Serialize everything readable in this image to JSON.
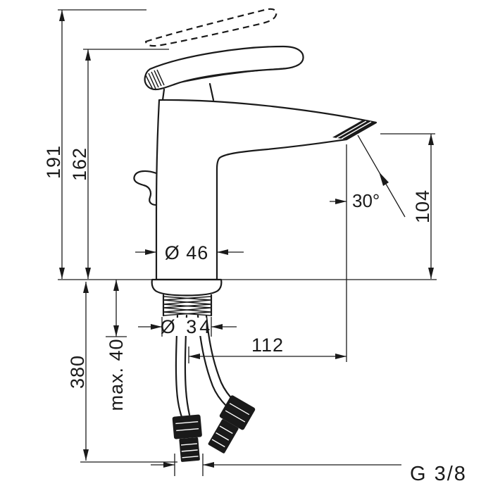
{
  "drawing": {
    "background": "#ffffff",
    "line_color": "#1a1a1a",
    "labels": {
      "overall_height": "191",
      "handle_height": "162",
      "spout_height": "104",
      "spout_angle": "30°",
      "body_diameter": "Ø 46",
      "shank_diameter": "Ø 34",
      "spout_reach": "112",
      "max_mounting_thickness": "max. 40",
      "hose_length": "380",
      "connection_thread": "G 3/8"
    },
    "parts": [
      "handle-raised-dashed",
      "handle-lever",
      "faucet-body-and-spout",
      "aerator",
      "popup-rod-lever",
      "base-escutcheon",
      "threaded-shank",
      "supply-hoses",
      "hose-connectors"
    ]
  }
}
